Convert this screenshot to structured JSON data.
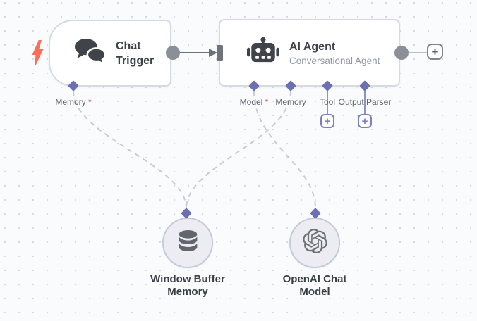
{
  "colors": {
    "canvas_bg": "#fafbfd",
    "grid_dot": "#d7dae6",
    "node_border": "#d6dae3",
    "icon_dark": "#40434a",
    "diamond_purple": "#6b70b2",
    "wire_gray": "#6e7176",
    "dashed_wire": "#c7cbd7",
    "trigger_bolt_red": "#ff6d5a",
    "required_red": "#e0524e"
  },
  "trigger_node": {
    "title": "Chat Trigger",
    "port": {
      "label": "Memory",
      "marker": "*"
    }
  },
  "agent_node": {
    "title": "AI Agent",
    "subtitle": "Conversational Agent",
    "ports": [
      {
        "label": "Model",
        "marker": "*"
      },
      {
        "label": "Memory",
        "marker": ""
      },
      {
        "label": "Tool",
        "marker": ""
      },
      {
        "label": "Output Parser",
        "marker": ""
      }
    ]
  },
  "memory_node": {
    "line1": "Window Buffer",
    "line2": "Memory"
  },
  "model_node": {
    "line1": "OpenAI Chat",
    "line2": "Model"
  },
  "buttons": {
    "add_label": "+"
  }
}
